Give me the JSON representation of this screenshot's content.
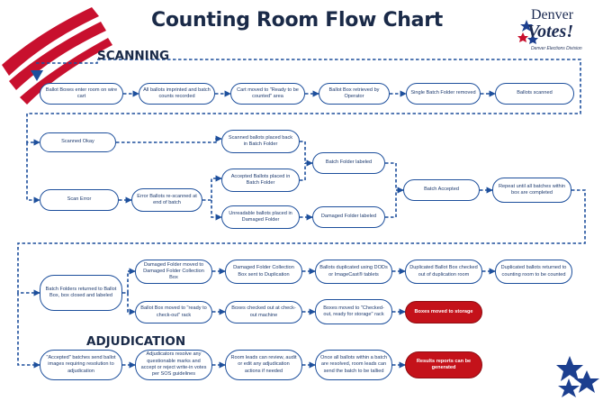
{
  "title": "Counting Room Flow Chart",
  "sections": {
    "scanning": "SCANNING",
    "adjudication": "ADJUDICATION"
  },
  "logo": {
    "line1": "Denver",
    "line2": "Votes!",
    "tagline": "Denver Elections Division"
  },
  "colors": {
    "node_border": "#1d4f9c",
    "node_text": "#1d3a6e",
    "connector": "#1d4f9c",
    "red_node": "#c4121a",
    "title": "#1a2a48",
    "stripe_red": "#c8102e",
    "star_blue": "#1c3f8f"
  },
  "nodes": {
    "ballot_boxes_enter": "Ballot Boxes enter room on wire cart",
    "all_ballots_imprinted": "All ballots imprinted and batch counts recorded",
    "cart_moved_ready": "Cart moved to \"Ready to be counted\" area",
    "ballot_box_retrieved": "Ballot Box retrieved by Operator",
    "single_batch_folder_removed": "Single Batch Folder removed",
    "ballots_scanned": "Ballots scanned",
    "scanned_okay": "Scanned Okay",
    "scan_error": "Scan Error",
    "error_ballots_rescanned": "Error Ballots re-scanned at end of batch",
    "scanned_ballots_placed_back": "Scanned ballots placed back in Batch Folder",
    "accepted_ballots_placed": "Accepted Ballots placed in Batch Folder",
    "unreadable_ballots_placed": "Unreadable ballots placed in Damaged Folder",
    "batch_folder_labeled": "Batch Folder labeled",
    "damaged_folder_labeled": "Damaged Folder labeled",
    "batch_accepted": "Batch Accepted",
    "repeat_until_all_batches": "Repeat until all batches within box are completed",
    "batch_folders_returned": "Batch Folders returned to Ballot Box, box closed and labeled",
    "damaged_folder_moved": "Damaged Folder moved to Damaged Folder Collection Box",
    "damaged_folder_collection_box": "Damaged Folder Collection Box sent to Duplication",
    "ballots_duplicated": "Ballots duplicated using DODs or ImageCast® tablets",
    "duplicated_ballot_box_checked_out": "Duplicated Ballot Box checked out of duplication room",
    "duplicated_ballots_returned": "Duplicated ballots returned to counting room to be counted",
    "ballot_box_moved_checkout": "Ballot Box moved to \"ready to check-out\" rack",
    "boxes_checked_out": "Boxes checked out at check-out machine",
    "boxes_moved_checked_out": "Boxes moved to \"Checked-out, ready for storage\" rack",
    "boxes_moved_to_storage": "Boxes moved to storage",
    "accepted_batches_send": "\"Accepted\" batches send ballot images requiring resolution to adjudication",
    "adjudicators_resolve": "Adjudicators resolve any questionable marks and accept or reject write-in votes per SOS guidelines",
    "room_leads_review": "Room leads can review, audit or edit any adjudication actions if needed",
    "once_all_ballots_resolved": "Once all ballots within a batch are resolved, room leads can send the batch to be tallied",
    "results_reports": "Results reports can be generated"
  }
}
